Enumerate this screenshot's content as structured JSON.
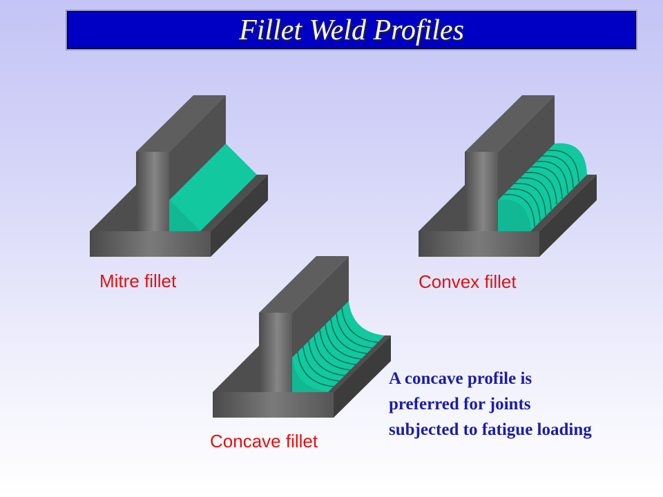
{
  "title": "Fillet Weld Profiles",
  "diagrams": [
    {
      "label": "Mitre fillet",
      "profile": "mitre"
    },
    {
      "label": "Convex fillet",
      "profile": "convex"
    },
    {
      "label": "Concave fillet",
      "profile": "concave"
    }
  ],
  "note": {
    "lines": [
      "A concave profile is",
      "preferred for joints",
      "subjected to fatigue loading"
    ]
  },
  "colors": {
    "banner": "#0000c4",
    "weld": "#12c89e",
    "steel": "#555555",
    "label": "#e01010",
    "note": "#1c1ca8"
  }
}
